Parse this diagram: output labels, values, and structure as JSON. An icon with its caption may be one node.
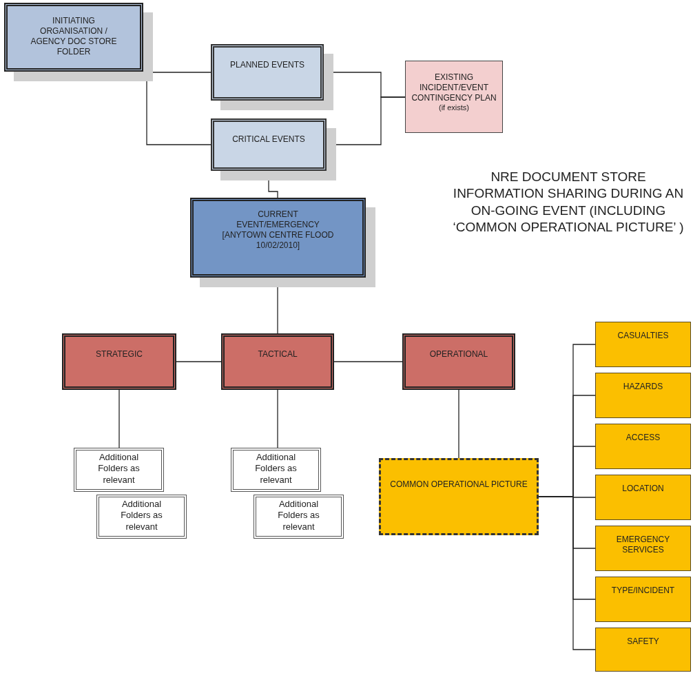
{
  "diagram": {
    "title": "NRE DOCUMENT STORE INFORMATION SHARING DURING AN ON-GOING EVENT (INCLUDING ‘COMMON OPERATIONAL PICTURE’ )",
    "nodes": [
      {
        "text": [
          "INITIATING ORGANISATION / AGENCY DOC STORE FOLDER"
        ]
      },
      {
        "text": [
          "PLANNED EVENTS"
        ]
      },
      {
        "text": [
          "CRITICAL EVENTS"
        ]
      },
      {
        "text": [
          "EXISTING INCIDENT/EVENT CONTINGENCY PLAN",
          "(if exists)"
        ]
      },
      {
        "text": [
          "CURRENT EVENT/EMERGENCY [ANYTOWN CENTRE FLOOD 10/02/2010]"
        ]
      },
      {
        "text": [
          "STRATEGIC"
        ]
      },
      {
        "text": [
          "TACTICAL"
        ]
      },
      {
        "text": [
          "OPERATIONAL"
        ]
      },
      {
        "text": [
          "Additional Folders as relevant"
        ]
      },
      {
        "text": [
          "Additional Folders as relevant"
        ]
      },
      {
        "text": [
          "Additional Folders as relevant"
        ]
      },
      {
        "text": [
          "Additional Folders as relevant"
        ]
      },
      {
        "text": [
          "COMMON OPERATIONAL PICTURE"
        ]
      },
      {
        "text": [
          "CASUALTIES"
        ]
      },
      {
        "text": [
          "HAZARDS"
        ]
      },
      {
        "text": [
          "ACCESS"
        ]
      },
      {
        "text": [
          "LOCATION"
        ]
      },
      {
        "text": [
          "EMERGENCY SERVICES"
        ]
      },
      {
        "text": [
          "TYPE/INCIDENT"
        ]
      },
      {
        "text": [
          "SAFETY"
        ]
      }
    ],
    "edges": [
      {
        "from": 0,
        "to": 1,
        "arrow": "none"
      },
      {
        "from": 0,
        "to": 2,
        "arrow": "none"
      },
      {
        "from": 1,
        "to": 3,
        "arrow": "none"
      },
      {
        "from": 2,
        "to": 3,
        "arrow": "none"
      },
      {
        "from": 2,
        "to": 4,
        "arrow": "none"
      },
      {
        "from": 4,
        "to": 6,
        "arrow": "none"
      },
      {
        "from": 5,
        "to": 6,
        "arrow": "none"
      },
      {
        "from": 6,
        "to": 7,
        "arrow": "none"
      },
      {
        "from": 5,
        "to": 8,
        "arrow": "none"
      },
      {
        "from": 6,
        "to": 10,
        "arrow": "none"
      },
      {
        "from": 7,
        "to": 12,
        "arrow": "none"
      },
      {
        "from": 12,
        "to": 13,
        "arrow": "none"
      },
      {
        "from": 12,
        "to": 14,
        "arrow": "none"
      },
      {
        "from": 12,
        "to": 15,
        "arrow": "none"
      },
      {
        "from": 12,
        "to": 16,
        "arrow": "none"
      },
      {
        "from": 12,
        "to": 17,
        "arrow": "none"
      },
      {
        "from": 12,
        "to": 18,
        "arrow": "none"
      },
      {
        "from": 12,
        "to": 19,
        "arrow": "none"
      }
    ]
  }
}
